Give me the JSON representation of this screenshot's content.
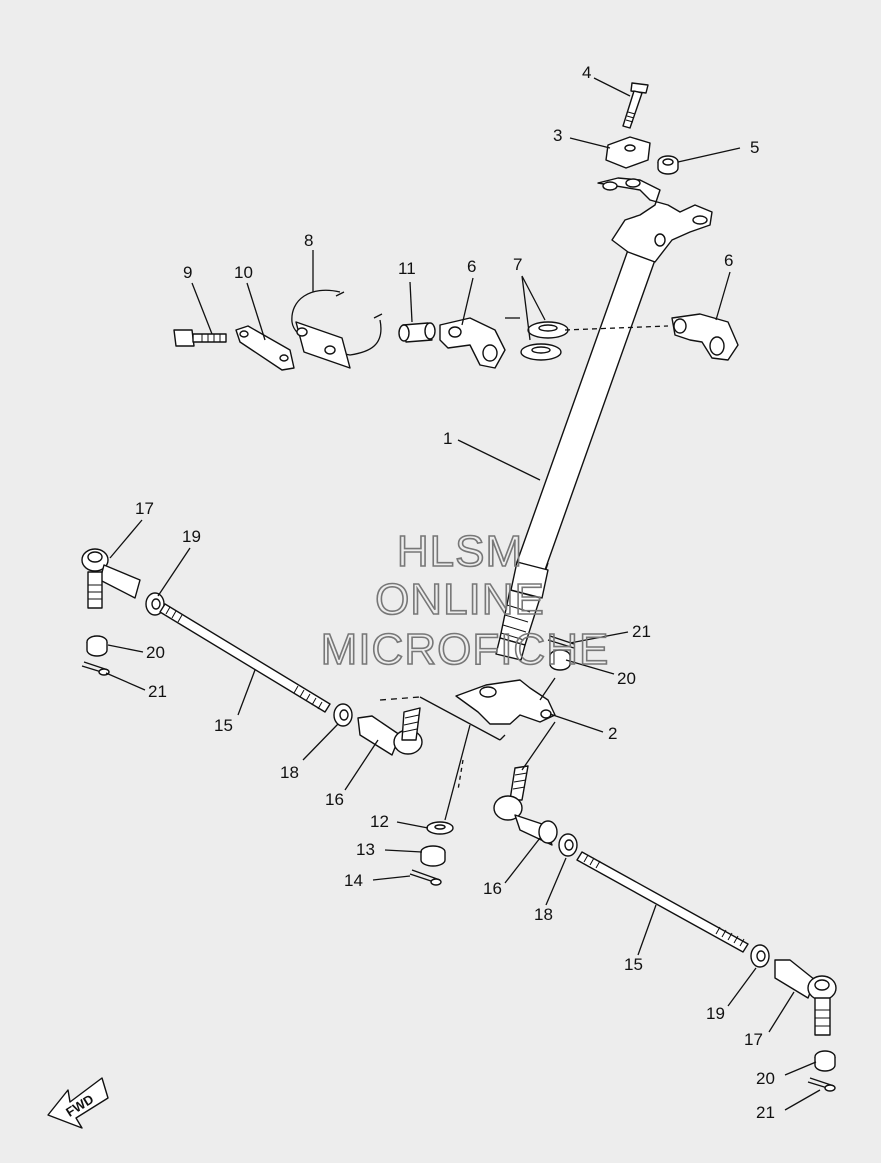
{
  "watermark": {
    "line1": "HLSM",
    "line2": "ONLINE",
    "line3": "MICROFICHE"
  },
  "fwd_label": "FWD",
  "callouts": [
    {
      "id": "c4",
      "text": "4"
    },
    {
      "id": "c3",
      "text": "3"
    },
    {
      "id": "c5",
      "text": "5"
    },
    {
      "id": "c8",
      "text": "8"
    },
    {
      "id": "c9",
      "text": "9"
    },
    {
      "id": "c10",
      "text": "10"
    },
    {
      "id": "c11",
      "text": "11"
    },
    {
      "id": "c6a",
      "text": "6"
    },
    {
      "id": "c7",
      "text": "7"
    },
    {
      "id": "c6b",
      "text": "6"
    },
    {
      "id": "c1",
      "text": "1"
    },
    {
      "id": "c17a",
      "text": "17"
    },
    {
      "id": "c19a",
      "text": "19"
    },
    {
      "id": "c20a",
      "text": "20"
    },
    {
      "id": "c21a",
      "text": "21"
    },
    {
      "id": "c15a",
      "text": "15"
    },
    {
      "id": "c18a",
      "text": "18"
    },
    {
      "id": "c16a",
      "text": "16"
    },
    {
      "id": "c21b",
      "text": "21"
    },
    {
      "id": "c20b",
      "text": "20"
    },
    {
      "id": "c2",
      "text": "2"
    },
    {
      "id": "c12",
      "text": "12"
    },
    {
      "id": "c13",
      "text": "13"
    },
    {
      "id": "c14",
      "text": "14"
    },
    {
      "id": "c16b",
      "text": "16"
    },
    {
      "id": "c18b",
      "text": "18"
    },
    {
      "id": "c15b",
      "text": "15"
    },
    {
      "id": "c19b",
      "text": "19"
    },
    {
      "id": "c17b",
      "text": "17"
    },
    {
      "id": "c20c",
      "text": "20"
    },
    {
      "id": "c21c",
      "text": "21"
    }
  ]
}
